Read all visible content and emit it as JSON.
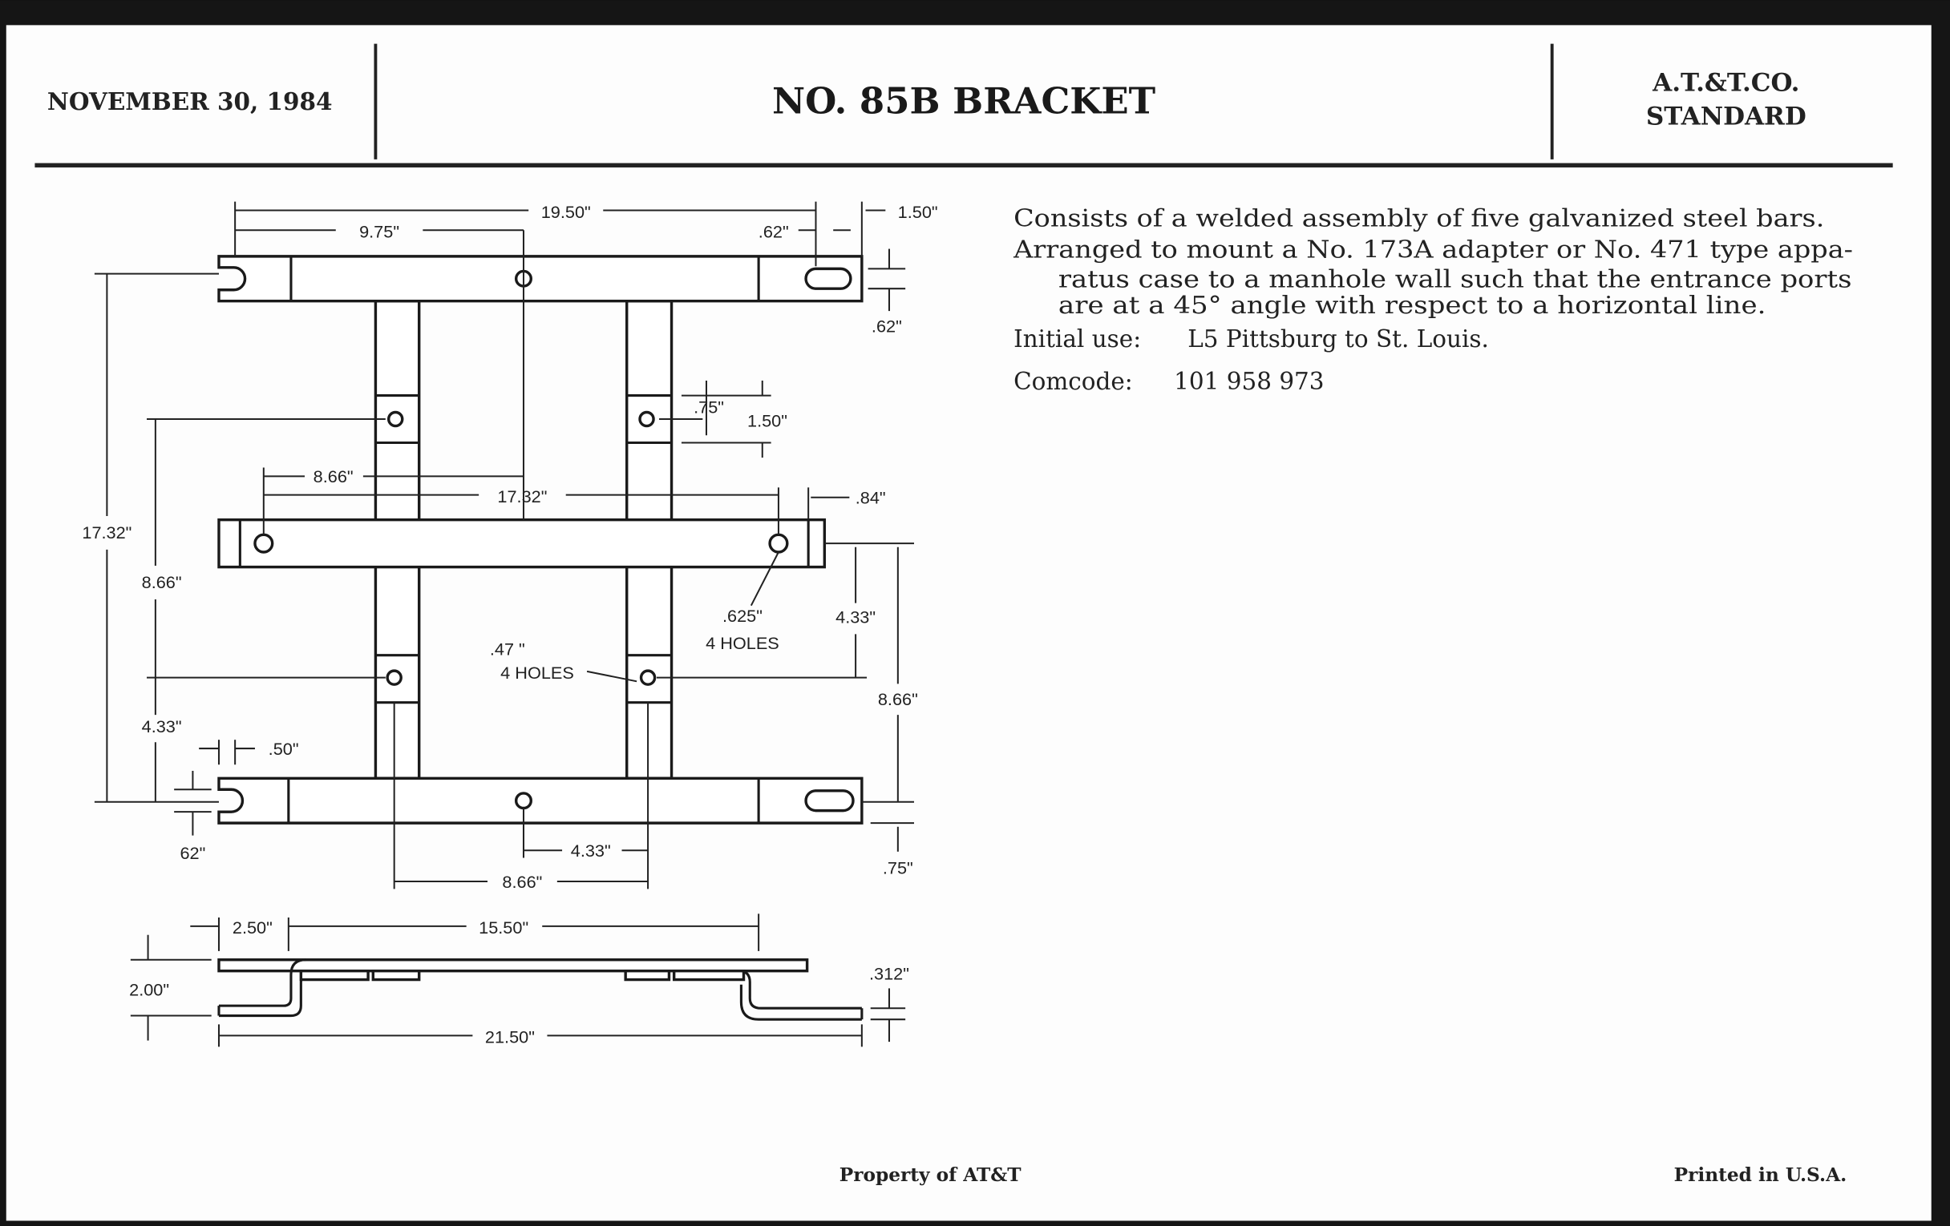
{
  "header": {
    "date": "NOVEMBER 30, 1984",
    "title": "NO. 85B BRACKET",
    "org_line1": "A.T.&T.CO.",
    "org_line2": "STANDARD"
  },
  "description": {
    "line1": "Consists of a welded assembly of five galvanized steel bars.",
    "line2a": "Arranged to mount a No. 173A adapter or No. 471 type appa-",
    "line2b": "ratus case to a manhole wall such that the entrance ports",
    "line2c": "are at a 45° angle with respect to a horizontal line.",
    "initial_use_label": "Initial use:",
    "initial_use_value": "L5 Pittsburg to St. Louis.",
    "comcode_label": "Comcode:",
    "comcode_value": "101 958 973"
  },
  "drawing": {
    "dims": [
      "19.50\"",
      "9.75\"",
      ".62\"",
      "1.50\"",
      ".62\"",
      ".75\"",
      "1.50\"",
      "8.66\"",
      "17.32\"",
      ".84\"",
      "17.32\"",
      "8.66\"",
      ".625\"",
      "4 HOLES",
      "4.33\"",
      ".47 \"",
      "4 HOLES",
      "8.66\"",
      "4.33\"",
      ".50\"",
      "62\"",
      "4.33\"",
      "8.66\"",
      ".75\"",
      "2.50\"",
      "15.50\"",
      ".312\"",
      "2.00\"",
      "21.50\""
    ]
  },
  "footer": {
    "property": "Property of AT&T",
    "printed": "Printed in U.S.A."
  }
}
